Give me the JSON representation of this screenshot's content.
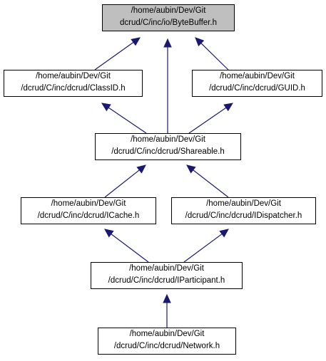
{
  "graph": {
    "colors": {
      "edge": "#191970",
      "node_border": "#000000",
      "node_fill": "#ffffff",
      "highlight_fill": "#bfbfbf"
    },
    "nodes": {
      "bytebuffer": {
        "line1": "/home/aubin/Dev/Git",
        "line2": "dcrud/C/inc/io/ByteBuffer.h",
        "highlighted": true
      },
      "classid": {
        "line1": "/home/aubin/Dev/Git",
        "line2": "/dcrud/C/inc/dcrud/ClassID.h",
        "highlighted": false
      },
      "guid": {
        "line1": "/home/aubin/Dev/Git",
        "line2": "/dcrud/C/inc/dcrud/GUID.h",
        "highlighted": false
      },
      "shareable": {
        "line1": "/home/aubin/Dev/Git",
        "line2": "/dcrud/C/inc/dcrud/Shareable.h",
        "highlighted": false
      },
      "icache": {
        "line1": "/home/aubin/Dev/Git",
        "line2": "/dcrud/C/inc/dcrud/ICache.h",
        "highlighted": false
      },
      "idispatcher": {
        "line1": "/home/aubin/Dev/Git",
        "line2": "/dcrud/C/inc/dcrud/IDispatcher.h",
        "highlighted": false
      },
      "iparticipant": {
        "line1": "/home/aubin/Dev/Git",
        "line2": "/dcrud/C/inc/dcrud/IParticipant.h",
        "highlighted": false
      },
      "network": {
        "line1": "/home/aubin/Dev/Git",
        "line2": "/dcrud/C/inc/dcrud/Network.h",
        "highlighted": false
      }
    },
    "edges": [
      {
        "from": "classid",
        "to": "bytebuffer"
      },
      {
        "from": "shareable",
        "to": "bytebuffer"
      },
      {
        "from": "guid",
        "to": "bytebuffer"
      },
      {
        "from": "shareable",
        "to": "classid"
      },
      {
        "from": "shareable",
        "to": "guid"
      },
      {
        "from": "icache",
        "to": "shareable"
      },
      {
        "from": "idispatcher",
        "to": "shareable"
      },
      {
        "from": "iparticipant",
        "to": "icache"
      },
      {
        "from": "iparticipant",
        "to": "idispatcher"
      },
      {
        "from": "network",
        "to": "iparticipant"
      }
    ]
  }
}
